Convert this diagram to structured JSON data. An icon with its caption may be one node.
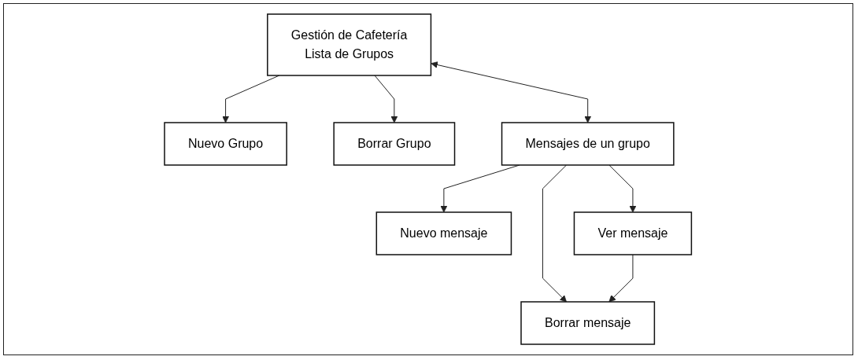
{
  "diagram": {
    "nodes": [
      {
        "text": [
          "Gestión de Cafetería",
          "Lista de Grupos"
        ]
      },
      {
        "text": [
          "Nuevo Grupo"
        ]
      },
      {
        "text": [
          "Borrar Grupo"
        ]
      },
      {
        "text": [
          "Mensajes de un grupo"
        ]
      },
      {
        "text": [
          "Nuevo mensaje"
        ]
      },
      {
        "text": [
          "Ver mensaje"
        ]
      },
      {
        "text": [
          "Borrar mensaje"
        ]
      }
    ],
    "edges": [
      {
        "from": 0,
        "to": 1,
        "arrow": "to"
      },
      {
        "from": 0,
        "to": 2,
        "arrow": "to"
      },
      {
        "from": 0,
        "to": 3,
        "arrow": "both"
      },
      {
        "from": 3,
        "to": 4,
        "arrow": "to"
      },
      {
        "from": 3,
        "to": 5,
        "arrow": "to"
      },
      {
        "from": 3,
        "to": 6,
        "arrow": "to"
      },
      {
        "from": 5,
        "to": 6,
        "arrow": "to"
      }
    ]
  }
}
